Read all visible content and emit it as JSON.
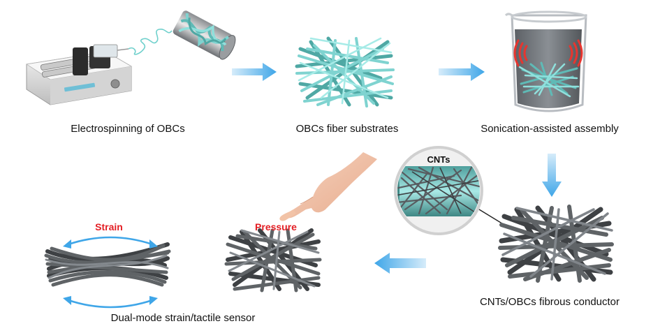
{
  "steps": {
    "electrospinning": "Electrospinning of OBCs",
    "fiber_substrates": "OBCs fiber substrates",
    "sonication": "Sonication-assisted assembly",
    "conductor": "CNTs/OBCs fibrous conductor",
    "sensor": "Dual-mode strain/tactile sensor"
  },
  "labels": {
    "cnts": "CNTs",
    "strain": "Strain",
    "pressure": "Pressure"
  },
  "colors": {
    "fiber_teal": "#7fd3d0",
    "cnt_gray": "#585c60",
    "arrow_blue": "#3fa6e8",
    "label_red": "#e31e24",
    "sonic_red": "#e8352f"
  }
}
